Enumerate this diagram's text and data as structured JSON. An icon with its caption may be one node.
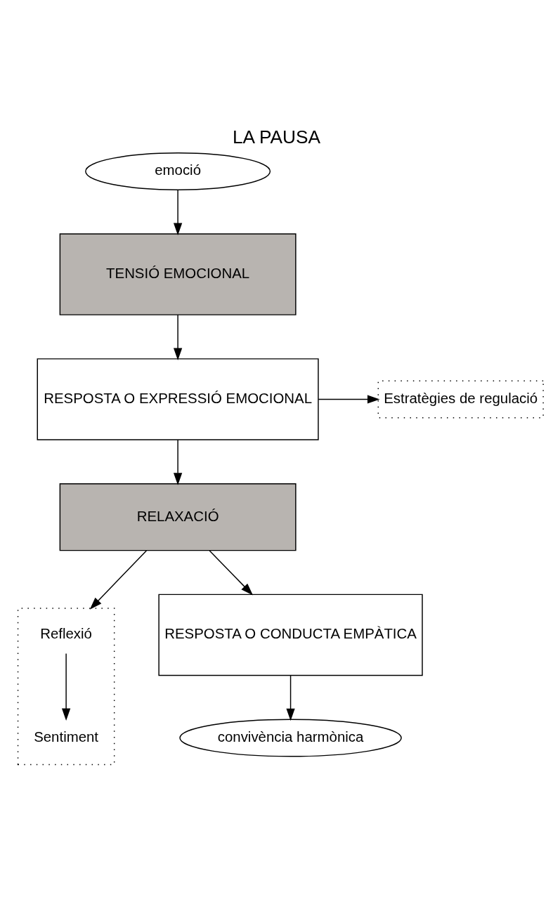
{
  "diagram": {
    "title": "LA PAUSA",
    "nodes": [
      {
        "text": [
          "emoció"
        ]
      },
      {
        "text": [
          "TENSIÓ EMOCIONAL"
        ]
      },
      {
        "text": [
          "RESPOSTA O EXPRESSIÓ EMOCIONAL"
        ]
      },
      {
        "text": [
          "Estratègies de regulació"
        ]
      },
      {
        "text": [
          "RELAXACIÓ"
        ]
      },
      {
        "text": [],
        "shape": "box"
      },
      {
        "text": [
          "Reflexió"
        ],
        "in": 5
      },
      {
        "text": [
          "Sentiment"
        ],
        "in": 5
      },
      {
        "text": [
          "RESPOSTA O CONDUCTA EMPÀTICA"
        ]
      },
      {
        "text": [
          "convivència harmònica"
        ]
      }
    ],
    "edges": [
      {
        "from": 0,
        "to": 1,
        "arrow": "to"
      },
      {
        "from": 1,
        "to": 2,
        "arrow": "to"
      },
      {
        "from": 2,
        "to": 3,
        "arrow": "to"
      },
      {
        "from": 2,
        "to": 4,
        "arrow": "to"
      },
      {
        "from": 4,
        "to": 5,
        "arrow": "to"
      },
      {
        "from": 6,
        "to": 7,
        "arrow": "to"
      },
      {
        "from": 4,
        "to": 8,
        "arrow": "to"
      },
      {
        "from": 8,
        "to": 9,
        "arrow": "to"
      }
    ]
  }
}
